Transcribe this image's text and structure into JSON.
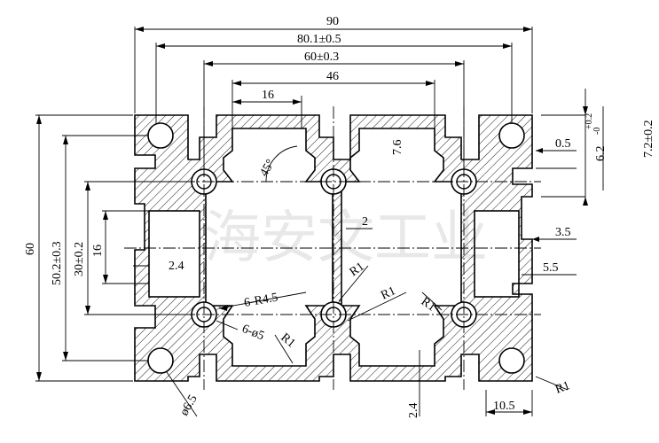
{
  "drawing": {
    "type": "aluminum-profile-cross-section",
    "watermark": "海安文工业",
    "dimensions": {
      "overall_width": "90",
      "hole_pitch_outer": "80.1±0.5",
      "hole_pitch_mid": "60±0.3",
      "inner_width": "46",
      "slot_width": "16",
      "overall_height": "60",
      "height_pitch": "50.2±0.3",
      "height_inner": "30±0.2",
      "slot_height": "16",
      "wall_2_4_left": "2.4",
      "angle": "45°",
      "depth_7_6": "7.6",
      "web_2": "2",
      "fillet_r1_a": "R1",
      "fillet_r1_b": "R1",
      "fillet_r1_c": "R1",
      "fillet_r1_d": "R1",
      "fillet_r1_e": "R1",
      "holes_r": "6-R4.5",
      "holes_d": "6-ø5",
      "dia_6_5": "ø6.5",
      "wall_0_5": "0.5",
      "slot_6_2": "6.2",
      "tol_plus": "+0.2",
      "tol_zero": "-0",
      "slot_7_2": "7.2±0.2",
      "wall_3_5": "3.5",
      "wall_5_5": "5.5",
      "bottom_2_4": "2.4",
      "bottom_10_5": "10.5"
    }
  }
}
